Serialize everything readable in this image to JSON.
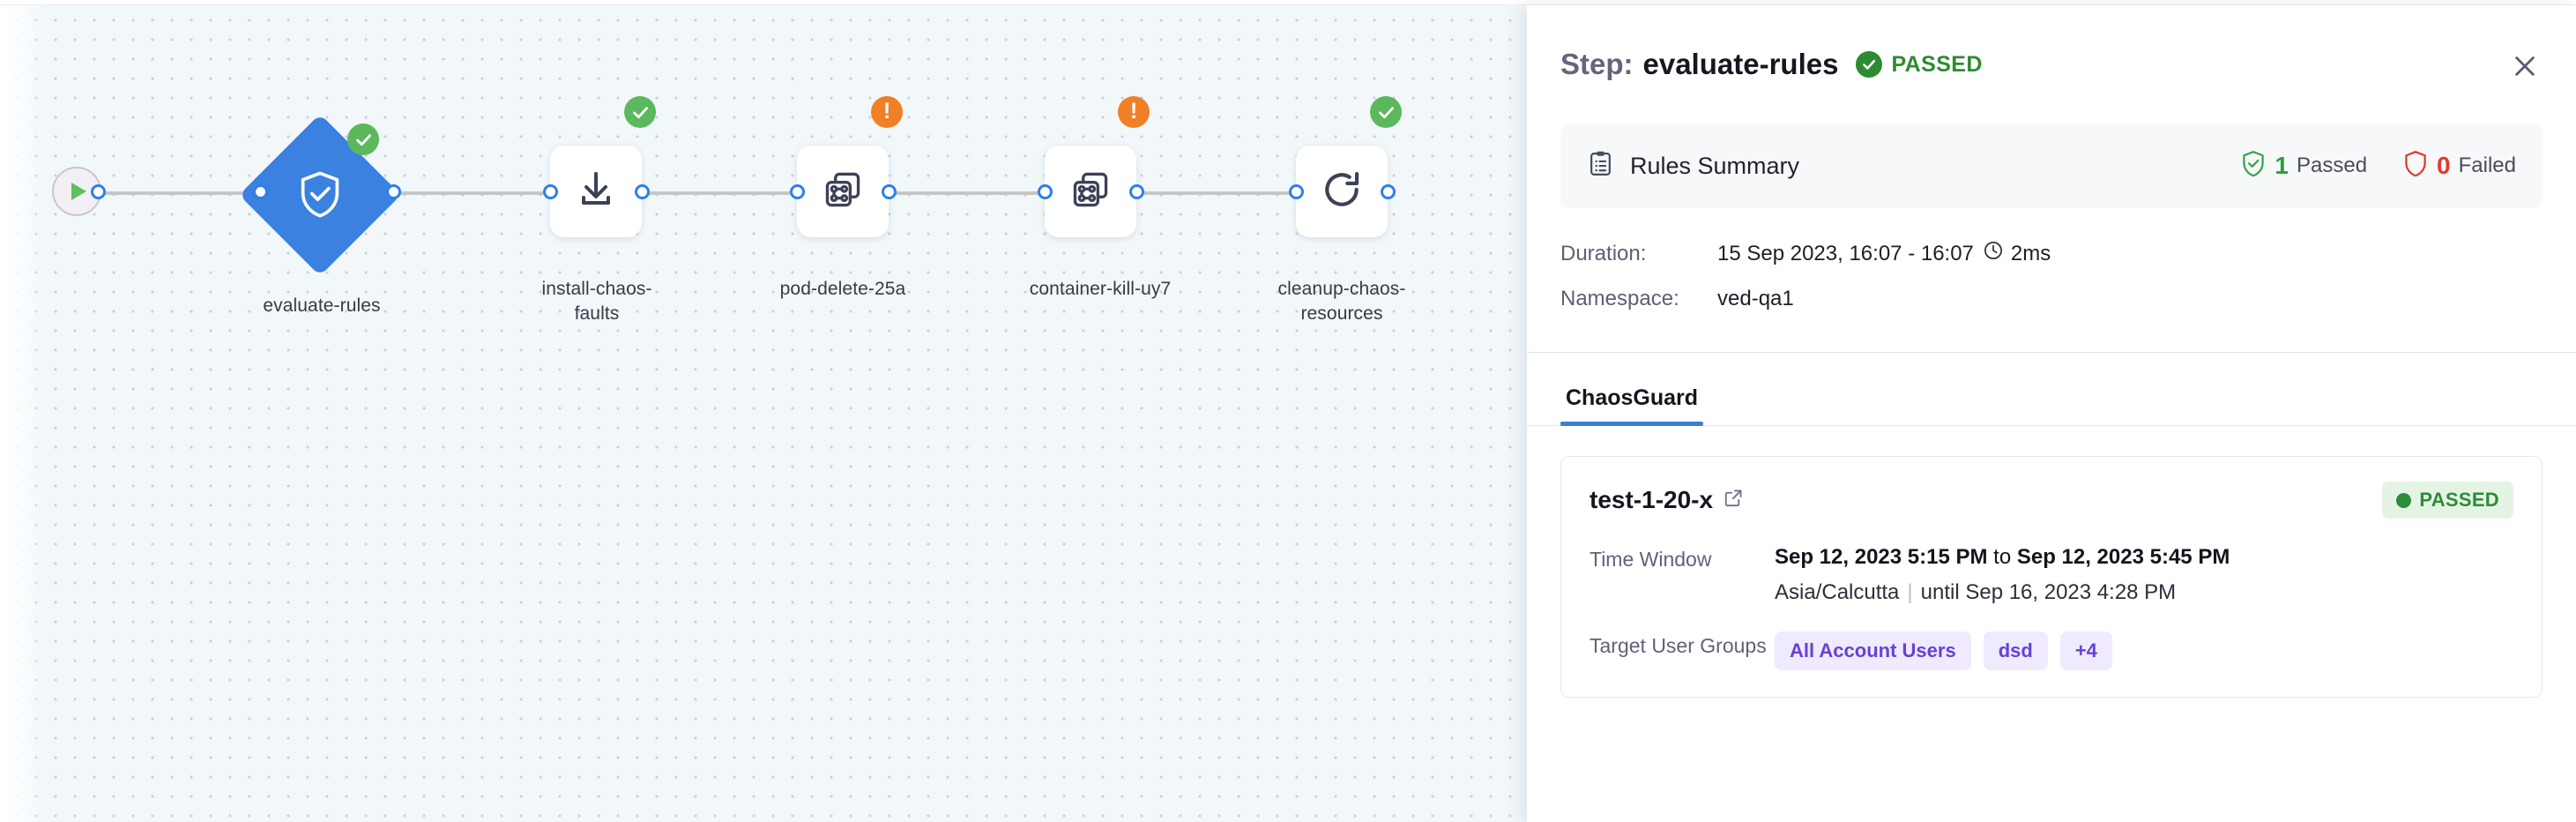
{
  "canvas": {
    "start_node": {
      "icon": "play-icon"
    },
    "nodes": [
      {
        "label": "evaluate-rules",
        "icon": "shield-check-icon",
        "shape": "diamond",
        "badge": "success"
      },
      {
        "label": "install-chaos-faults",
        "icon": "download-icon",
        "shape": "square",
        "badge": "success"
      },
      {
        "label": "pod-delete-25a",
        "icon": "chaos-fault-icon",
        "shape": "square",
        "badge": "warning"
      },
      {
        "label": "container-kill-uy7",
        "icon": "chaos-fault-icon",
        "shape": "square",
        "badge": "warning"
      },
      {
        "label": "cleanup-chaos-resources",
        "icon": "refresh-icon",
        "shape": "square",
        "badge": "success"
      }
    ]
  },
  "panel": {
    "title_label": "Step:",
    "title_value": "evaluate-rules",
    "status": "PASSED",
    "status_icon": "check-circle-icon",
    "close_icon": "close-icon",
    "rules_summary": {
      "icon": "clipboard-icon",
      "title": "Rules Summary",
      "passed_count": "1",
      "passed_label": "Passed",
      "passed_icon": "shield-check-icon",
      "failed_count": "0",
      "failed_label": "Failed",
      "failed_icon": "shield-icon"
    },
    "details": [
      {
        "key": "Duration:",
        "value": "15 Sep 2023, 16:07 - 16:07",
        "extra": "2ms",
        "extra_icon": "clock-icon"
      },
      {
        "key": "Namespace:",
        "value": "ved-qa1"
      }
    ],
    "tabs": [
      {
        "label": "ChaosGuard",
        "active": true
      }
    ],
    "test_card": {
      "name": "test-1-20-x",
      "link_icon": "external-link-icon",
      "status": "PASSED",
      "rows": [
        {
          "key": "Time Window",
          "start": "Sep 12, 2023 5:15 PM",
          "joiner": " to ",
          "end": "Sep 12, 2023 5:45 PM",
          "timezone": "Asia/Calcutta",
          "until": "until Sep 16, 2023 4:28 PM"
        },
        {
          "key": "Target User Groups",
          "chips": [
            "All Account Users",
            "dsd",
            "+4"
          ]
        }
      ]
    }
  },
  "colors": {
    "accent_blue": "#3b82e0",
    "success_green": "#2e8b31",
    "warning_orange": "#f08026",
    "fail_red": "#e0392b",
    "chip_purple": "#6740d8",
    "canvas_bg": "#f2f7fa"
  }
}
